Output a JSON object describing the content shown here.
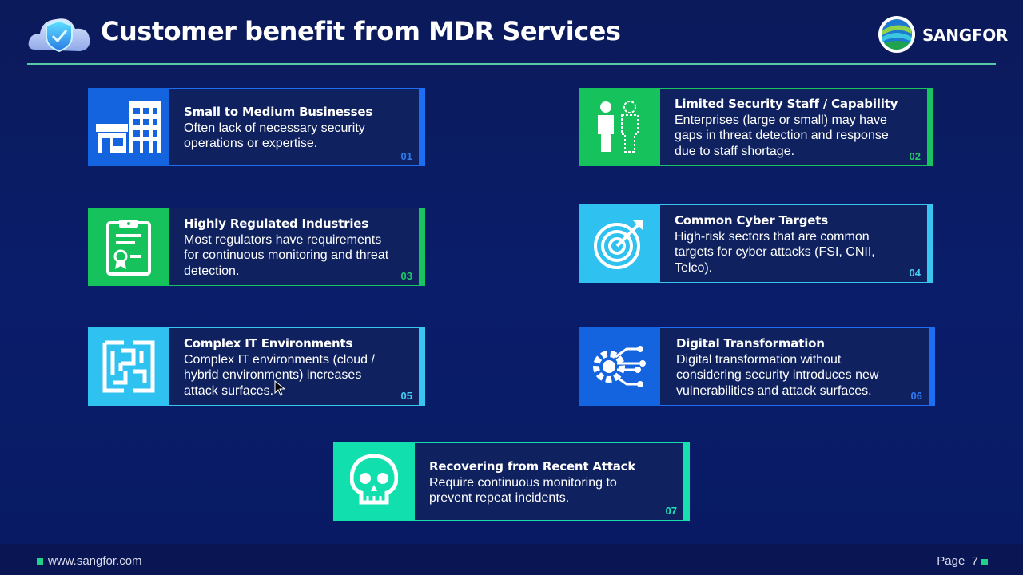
{
  "header": {
    "title": "Customer benefit from MDR Services",
    "brand": "SANGFOR"
  },
  "cards": [
    {
      "heading": "Small to Medium Businesses",
      "body": "Often lack of necessary security operations or expertise.",
      "number": "01",
      "icon": "store-building-icon",
      "color": "#1464e0"
    },
    {
      "heading": "Limited Security Staff / Capability",
      "body": "Enterprises (large or small) may have gaps in threat detection and response due to staff shortage.",
      "number": "02",
      "icon": "person-outline-icon",
      "color": "#16c25c"
    },
    {
      "heading": "Highly Regulated Industries",
      "body": "Most regulators have requirements for continuous monitoring and threat detection.",
      "number": "03",
      "icon": "clipboard-certificate-icon",
      "color": "#16c25c"
    },
    {
      "heading": "Common Cyber Targets",
      "body": "High-risk sectors that are common targets for cyber attacks (FSI, CNII, Telco).",
      "number": "04",
      "icon": "target-icon",
      "color": "#2fc1ef"
    },
    {
      "heading": "Complex IT Environments",
      "body": "Complex IT environments (cloud / hybrid environments) increases attack surfaces.",
      "number": "05",
      "icon": "maze-icon",
      "color": "#2fc1ef"
    },
    {
      "heading": "Digital Transformation",
      "body": "Digital transformation without considering security introduces new vulnerabilities and attack surfaces.",
      "number": "06",
      "icon": "gear-circuit-icon",
      "color": "#1464e0"
    },
    {
      "heading": "Recovering from Recent Attack",
      "body": "Require continuous monitoring to prevent repeat incidents.",
      "number": "07",
      "icon": "skull-icon",
      "color": "#11dfae"
    }
  ],
  "footer": {
    "url": "www.sangfor.com",
    "page": "Page  7"
  }
}
